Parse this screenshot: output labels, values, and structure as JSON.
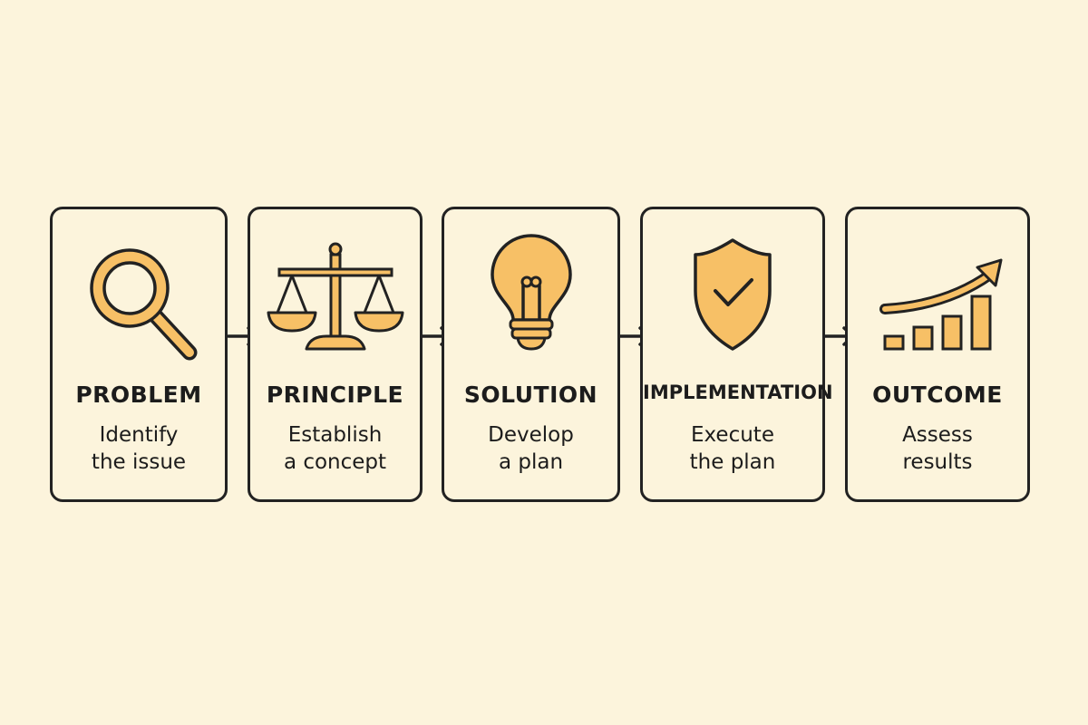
{
  "colors": {
    "background": "#fcf4dc",
    "accent": "#f7c066",
    "stroke": "#222222"
  },
  "steps": [
    {
      "title": "PROBLEM",
      "desc_line1": "Identify",
      "desc_line2": "the issue",
      "icon": "magnifying-glass-icon"
    },
    {
      "title": "PRINCIPLE",
      "desc_line1": "Establish",
      "desc_line2": "a concept",
      "icon": "scales-icon"
    },
    {
      "title": "SOLUTION",
      "desc_line1": "Develop",
      "desc_line2": "a plan",
      "icon": "lightbulb-icon"
    },
    {
      "title": "IMPLEMENTATION",
      "desc_line1": "Execute",
      "desc_line2": "the plan",
      "icon": "shield-check-icon"
    },
    {
      "title": "OUTCOME",
      "desc_line1": "Assess",
      "desc_line2": "results",
      "icon": "growth-chart-icon"
    }
  ]
}
